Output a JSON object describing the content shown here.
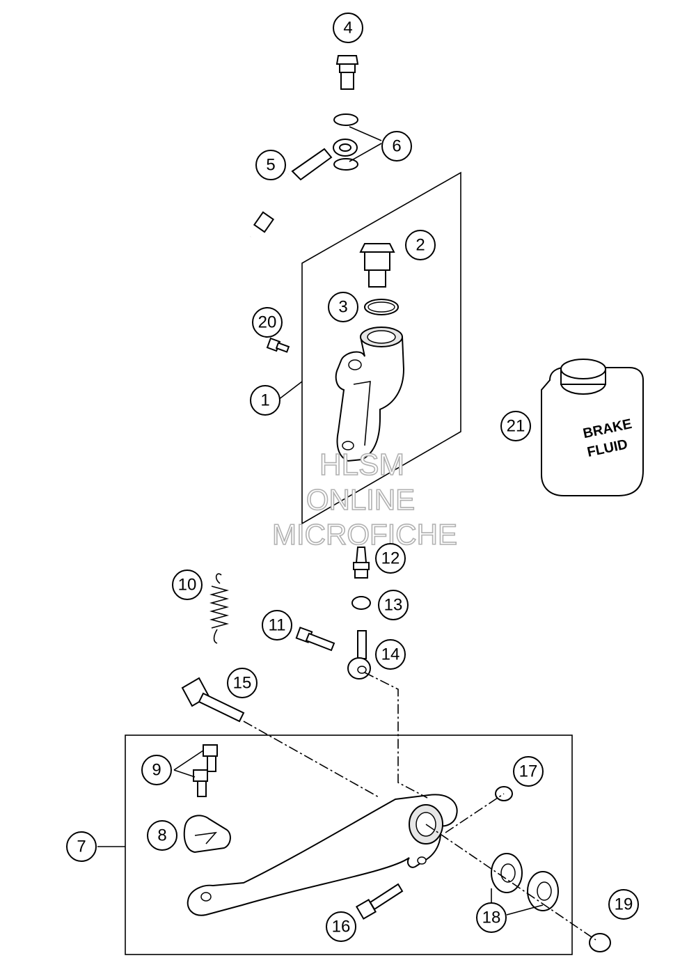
{
  "callouts": [
    {
      "label": "4"
    },
    {
      "label": "6"
    },
    {
      "label": "5"
    },
    {
      "label": "2"
    },
    {
      "label": "3"
    },
    {
      "label": "20"
    },
    {
      "label": "1"
    },
    {
      "label": "21"
    },
    {
      "label": "12"
    },
    {
      "label": "10"
    },
    {
      "label": "13"
    },
    {
      "label": "11"
    },
    {
      "label": "14"
    },
    {
      "label": "15"
    },
    {
      "label": "9"
    },
    {
      "label": "17"
    },
    {
      "label": "8"
    },
    {
      "label": "7"
    },
    {
      "label": "19"
    },
    {
      "label": "18"
    },
    {
      "label": "16"
    }
  ],
  "can_label": {
    "line1": "BRAKE",
    "line2": "FLUID"
  },
  "watermark": {
    "line1": "HLSM",
    "line2": "ONLINE",
    "line3": "MICROFICHE"
  }
}
